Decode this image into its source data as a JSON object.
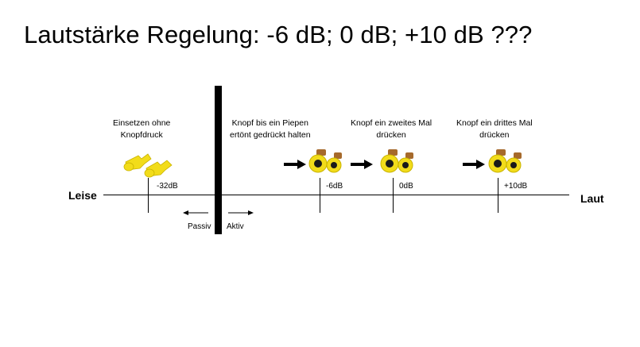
{
  "title": "Lautstärke Regelung: -6 dB; 0 dB; +10 dB ???",
  "scale": {
    "left_label": "Leise",
    "right_label": "Laut",
    "ticks": [
      "-32dB",
      "-6dB",
      "0dB",
      "+10dB"
    ]
  },
  "divider": {
    "passive_label": "Passiv",
    "active_label": "Aktiv"
  },
  "captions": [
    "Einsetzen ohne\nKnopfdruck",
    "Knopf bis ein Piepen\nertönt gedrückt halten",
    "Knopf ein zweites Mal\ndrücken",
    "Knopf ein drittes Mal\ndrücken"
  ],
  "colors": {
    "earplug_yellow": "#f2dc1a",
    "earplug_shadow": "#c9b300",
    "button_black": "#1a1a1a",
    "tip_brown": "#a66a2c"
  },
  "icons": [
    "passive-earplugs-icon",
    "active-earplugs-icon"
  ]
}
